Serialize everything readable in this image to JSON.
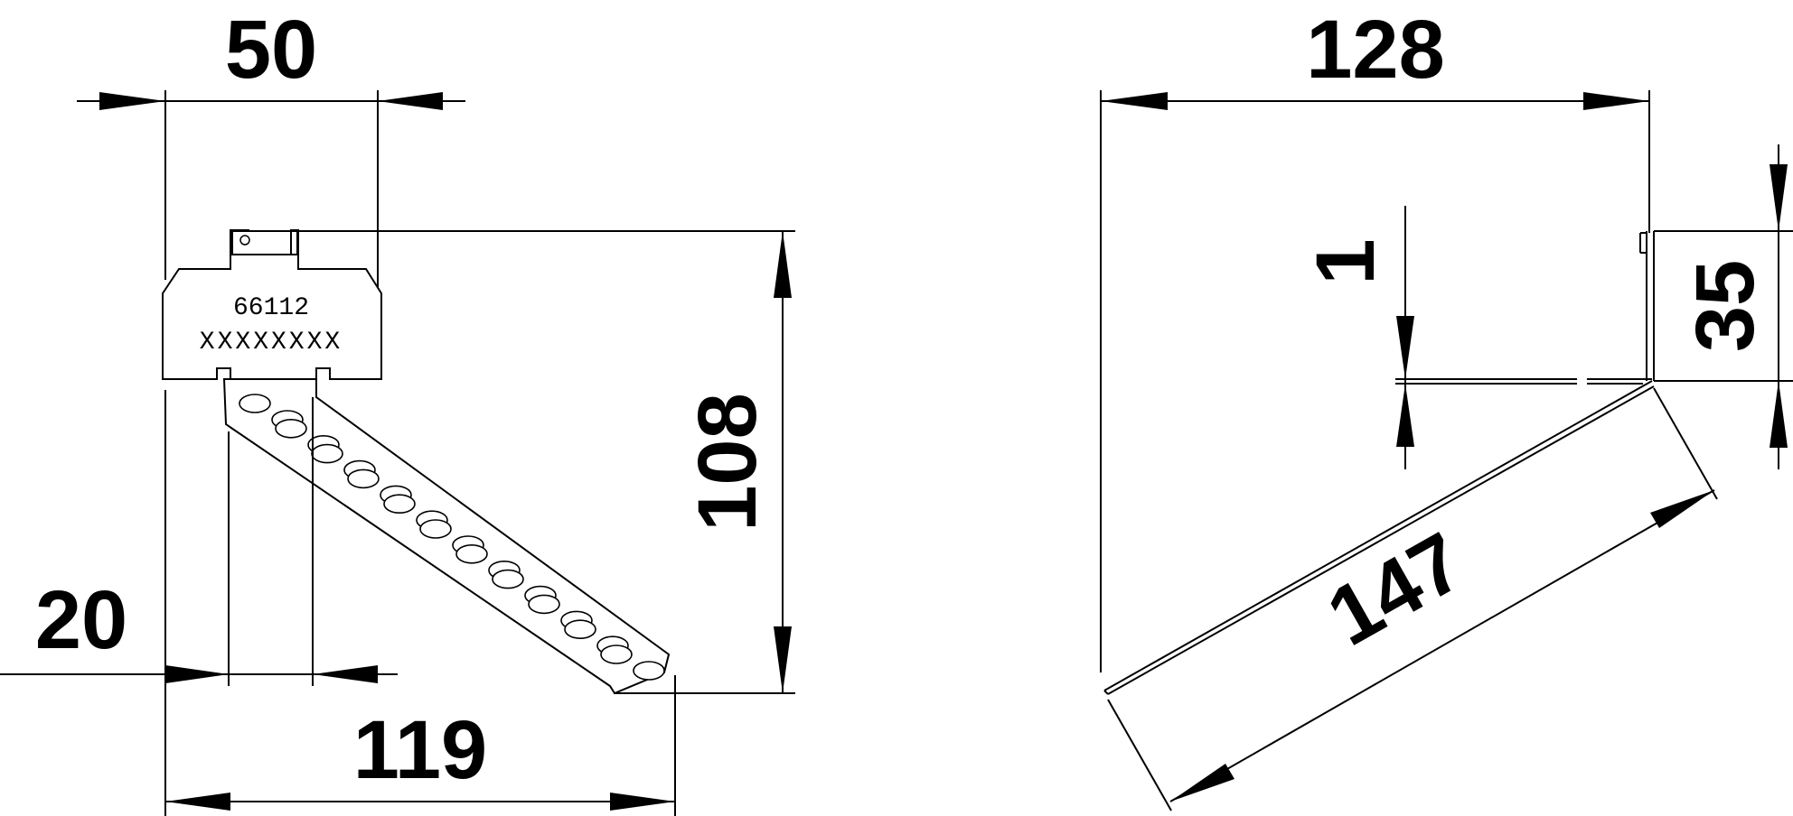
{
  "front_view": {
    "plate_code": "66112",
    "plate_serial": "XXXXXXXX",
    "dim_width_top": "50",
    "dim_height": "108",
    "dim_strip_width": "20",
    "dim_total_width": "119"
  },
  "side_view": {
    "dim_width": "128",
    "dim_thickness": "1",
    "dim_flange": "35",
    "dim_strip_length": "147"
  }
}
